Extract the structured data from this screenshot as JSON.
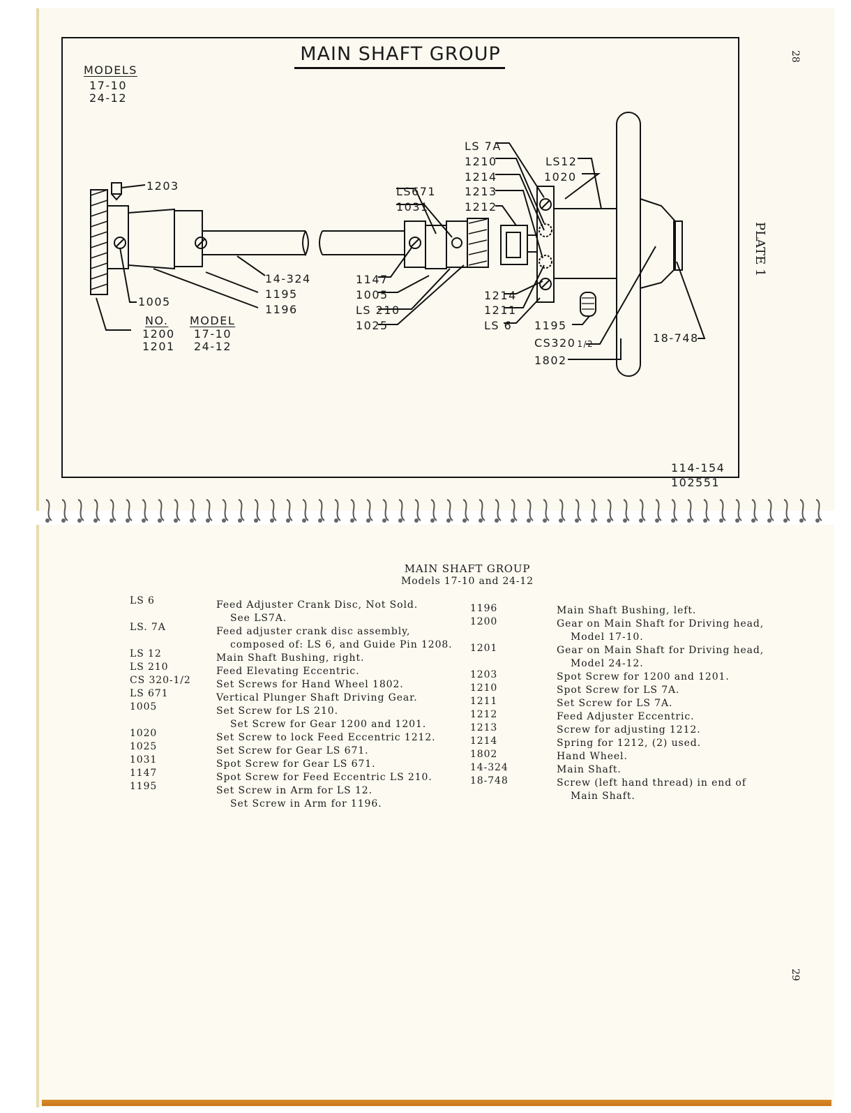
{
  "plate": {
    "title": "MAIN SHAFT GROUP",
    "models_heading": "MODELS",
    "models": [
      "17-10",
      "24-12"
    ],
    "plate_label": "PLATE 1",
    "page_number_top": "28",
    "drawing_numbers": [
      "114-154",
      "102551"
    ],
    "gear_table": {
      "header_no": "NO.",
      "header_model": "MODEL",
      "rows": [
        {
          "no": "1200",
          "model": "17-10"
        },
        {
          "no": "1201",
          "model": "24-12"
        }
      ]
    },
    "callouts": {
      "c1203": "1203",
      "c1005a": "1005",
      "c14324": "14-324",
      "c1195a": "1195",
      "c1196": "1196",
      "cLS671": "LS671",
      "c1031": "1031",
      "c1147": "1147",
      "c1005b": "1005",
      "cLS210": "LS 210",
      "c1025": "1025",
      "cLS7A": "LS 7A",
      "c1210": "1210",
      "c1214a": "1214",
      "c1213": "1213",
      "c1212": "1212",
      "c1214b": "1214",
      "c1211": "1211",
      "cLS6": "LS 6",
      "c1195b": "1195",
      "cCS320": "CS320",
      "cCS320frac": "1/2",
      "c1802": "1802",
      "cLS12": "LS12",
      "c1020": "1020",
      "c18748": "18-748"
    }
  },
  "legend": {
    "title": "MAIN SHAFT GROUP",
    "subtitle": "Models 17-10 and 24-12",
    "left_parts": [
      {
        "part": "LS 6",
        "desc": [
          "Feed Adjuster Crank Disc, Not Sold.",
          "See LS7A."
        ]
      },
      {
        "part": "LS. 7A",
        "desc": [
          "Feed adjuster crank disc assembly,",
          "composed of: LS 6, and Guide Pin 1208."
        ]
      },
      {
        "part": "LS 12",
        "desc": [
          "Main Shaft Bushing, right."
        ]
      },
      {
        "part": "LS 210",
        "desc": [
          "Feed Elevating Eccentric."
        ]
      },
      {
        "part": "CS 320-1/2",
        "desc": [
          "Set Screws for Hand Wheel 1802."
        ]
      },
      {
        "part": "LS 671",
        "desc": [
          "Vertical Plunger Shaft Driving Gear."
        ]
      },
      {
        "part": "1005",
        "desc": [
          "Set Screw for LS 210.",
          "Set Screw for Gear 1200 and 1201."
        ]
      },
      {
        "part": "1020",
        "desc": [
          "Set Screw to lock Feed Eccentric 1212."
        ]
      },
      {
        "part": "1025",
        "desc": [
          "Set Screw for Gear LS 671."
        ]
      },
      {
        "part": "1031",
        "desc": [
          "Spot Screw for Gear LS 671."
        ]
      },
      {
        "part": "1147",
        "desc": [
          "Spot Screw for Feed Eccentric LS 210."
        ]
      },
      {
        "part": "1195",
        "desc": [
          "Set Screw in Arm for LS 12.",
          "Set Screw in Arm for 1196."
        ]
      }
    ],
    "right_parts": [
      {
        "part": "1196",
        "desc": [
          "Main Shaft Bushing, left."
        ]
      },
      {
        "part": "1200",
        "desc": [
          "Gear on Main Shaft for Driving head,",
          "Model 17-10."
        ]
      },
      {
        "part": "1201",
        "desc": [
          "Gear on Main Shaft for Driving head,",
          "Model 24-12."
        ]
      },
      {
        "part": "1203",
        "desc": [
          "Spot Screw for 1200 and 1201."
        ]
      },
      {
        "part": "1210",
        "desc": [
          "Spot Screw for LS 7A."
        ]
      },
      {
        "part": "1211",
        "desc": [
          "Set Screw for LS 7A."
        ]
      },
      {
        "part": "1212",
        "desc": [
          "Feed Adjuster Eccentric."
        ]
      },
      {
        "part": "1213",
        "desc": [
          "Screw for adjusting 1212."
        ]
      },
      {
        "part": "1214",
        "desc": [
          "Spring for 1212, (2) used."
        ]
      },
      {
        "part": "1802",
        "desc": [
          "Hand Wheel."
        ]
      },
      {
        "part": "14-324",
        "desc": [
          "Main Shaft."
        ]
      },
      {
        "part": "18-748",
        "desc": [
          "Screw (left hand thread) in end of",
          "Main Shaft."
        ]
      }
    ],
    "page_number_bottom": "29"
  }
}
